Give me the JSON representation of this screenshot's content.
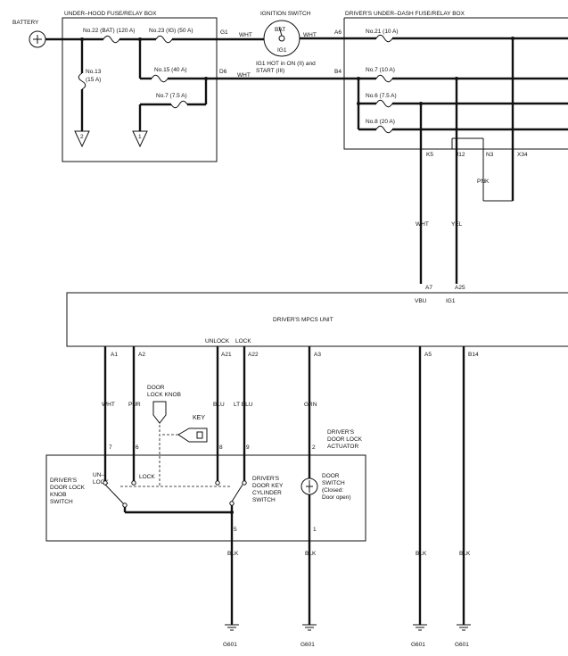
{
  "battery": "BATTERY",
  "underhood": {
    "title": "UNDER–HOOD FUSE/RELAY BOX",
    "f22": "No.22 (BAT) (120 A)",
    "f23": "No.23 (IG) (50 A)",
    "f13a": "No.13",
    "f13b": "(15 A)",
    "f15": "No.15 (40 A)",
    "f7": "No.7 (7.5 A)",
    "g1": "G1",
    "d6": "D6",
    "tri1": "1",
    "tri2": "2"
  },
  "ignition": {
    "title": "IGNITION SWITCH",
    "bat": "BAT",
    "ig1": "IG1",
    "note1": "IG1 HOT in ON (II) and",
    "note2": "START (III)",
    "wht1": "WHT",
    "wht2": "WHT",
    "wht3": "WHT"
  },
  "underdash": {
    "title": "DRIVER'S UNDER–DASH FUSE/RELAY BOX",
    "a6": "A6",
    "b4": "B4",
    "f21": "No.21 (10 A)",
    "f7": "No.7 (10 A)",
    "f6": "No.6 (7.5 A)",
    "f8": "No.8 (20 A)",
    "k5": "K5",
    "j12": "J12",
    "n3": "N3",
    "x34": "X34",
    "pnk": "PNK",
    "wht": "WHT",
    "yel": "YEL"
  },
  "mpcs": {
    "title": "DRIVER'S MPCS UNIT",
    "a7": "A7",
    "vbu": "VBU",
    "a25": "A25",
    "ig1": "IG1",
    "unlock": "UNLOCK",
    "lock": "LOCK",
    "pins": [
      "A1",
      "A2",
      "A21",
      "A22",
      "A3",
      "A5",
      "B14"
    ]
  },
  "wires": {
    "colors": [
      "WHT",
      "PUR",
      "BLU",
      "LT BLU",
      "GRN",
      "BLK",
      "BLK"
    ],
    "ground_color": [
      "BLK",
      "BLK"
    ]
  },
  "actuator": {
    "title1": "DRIVER'S",
    "title2": "DOOR LOCK",
    "title3": "ACTUATOR",
    "pins": [
      "7",
      "6",
      "8",
      "9",
      "2",
      "5",
      "1"
    ],
    "knob1": "DOOR",
    "knob2": "LOCK KNOB",
    "key": "KEY",
    "knobsw": [
      "DRIVER'S",
      "DOOR LOCK",
      "KNOB",
      "SWITCH"
    ],
    "unlock1": "UN–",
    "unlock2": "LOCK",
    "lock": "LOCK",
    "cyl": [
      "DRIVER'S",
      "DOOR KEY",
      "CYLINDER",
      "SWITCH"
    ],
    "doorsw": [
      "DOOR",
      "SWITCH",
      "(Closed:",
      "Door open)"
    ]
  },
  "grounds": [
    "G601",
    "G601",
    "G601",
    "G601"
  ]
}
